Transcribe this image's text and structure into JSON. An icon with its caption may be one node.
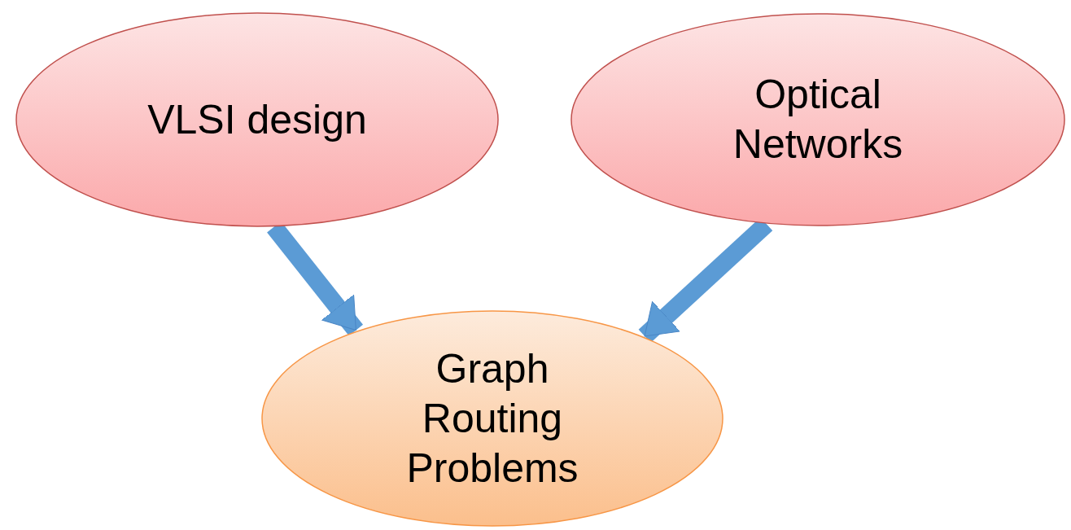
{
  "diagram": {
    "nodes": [
      {
        "text": [
          "VLSI design"
        ]
      },
      {
        "text": [
          "Optical Networks"
        ]
      },
      {
        "text": [
          "Graph Routing Problems"
        ]
      }
    ],
    "edges": [
      {
        "from": 0,
        "to": 2,
        "arrow": "to"
      },
      {
        "from": 1,
        "to": 2,
        "arrow": "to"
      }
    ]
  }
}
